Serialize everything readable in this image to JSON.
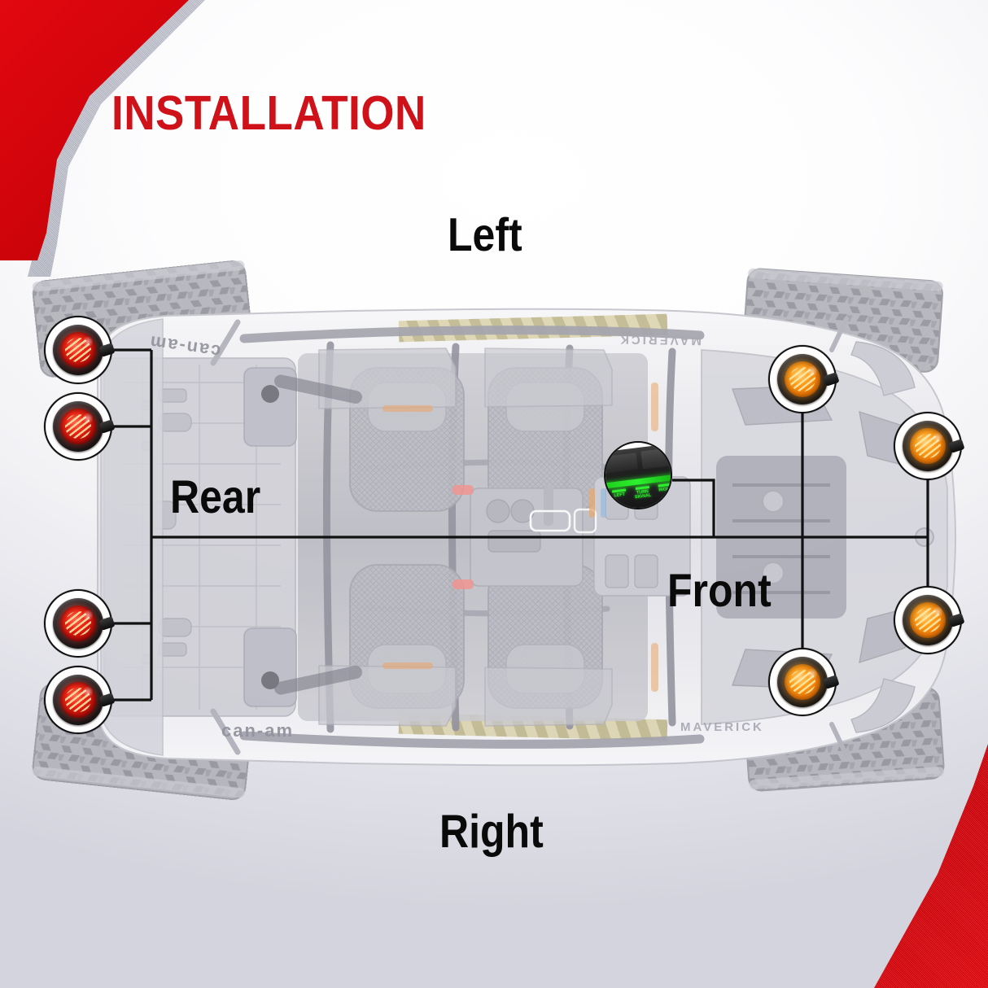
{
  "page": {
    "title": "INSTALLATION",
    "title_color": "#cf121a",
    "background_accent_red": "#d1040b",
    "background_accent_gray": "#b7b9c6"
  },
  "diagram": {
    "type": "installation-layout",
    "subject": "Can-Am Maverick UTV top view with LED marker light placement",
    "orientation_labels": {
      "top": "Left",
      "bottom": "Right",
      "left": "Rear",
      "right": "Front"
    },
    "control_module": {
      "name": "turn-signal-control-module",
      "accent_color": "#2ef02e",
      "indicators": [
        {
          "label_line1": "LEFT",
          "label_line2": ""
        },
        {
          "label_line1": "TURN",
          "label_line2": "SIGNAL"
        },
        {
          "label_line1": "RIGHT",
          "label_line2": ""
        }
      ]
    },
    "lights": [
      {
        "id": "rear-left-outer",
        "color": "red",
        "hex": "#f02414",
        "side": "rear",
        "row": "left"
      },
      {
        "id": "rear-left-inner",
        "color": "red",
        "hex": "#f02414",
        "side": "rear",
        "row": "left"
      },
      {
        "id": "rear-right-inner",
        "color": "red",
        "hex": "#f02414",
        "side": "rear",
        "row": "right"
      },
      {
        "id": "rear-right-outer",
        "color": "red",
        "hex": "#f02414",
        "side": "rear",
        "row": "right"
      },
      {
        "id": "front-left-inner",
        "color": "amber",
        "hex": "#ffa01e",
        "side": "front",
        "row": "left"
      },
      {
        "id": "front-left-outer",
        "color": "amber",
        "hex": "#ffa01e",
        "side": "front",
        "row": "left"
      },
      {
        "id": "front-right-outer",
        "color": "amber",
        "hex": "#ffa01e",
        "side": "front",
        "row": "right"
      },
      {
        "id": "front-right-inner",
        "color": "amber",
        "hex": "#ffa01e",
        "side": "front",
        "row": "right"
      }
    ],
    "light_counts": {
      "red_rear": 4,
      "amber_front": 4,
      "total": 8
    },
    "vehicle_badges": [
      "can-am",
      "can-am",
      "MAVERICK",
      "MAVERICK"
    ],
    "wiring_color": "#111111"
  }
}
